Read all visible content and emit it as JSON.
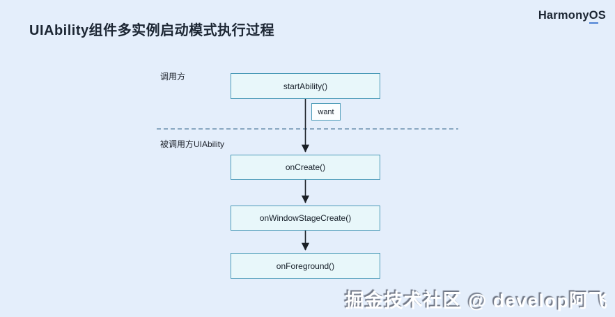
{
  "page": {
    "title": "UIAbility组件多实例启动模式执行过程",
    "watermark": "掘金技术社区 @ develop阿飞"
  },
  "brand": {
    "harmony": "Harmony",
    "o": "O",
    "s": "S"
  },
  "diagram": {
    "lanes": [
      {
        "label": "调用方"
      },
      {
        "label": "被调用方UIAbility"
      }
    ],
    "nodes": [
      {
        "id": "startAbility",
        "label": "startAbility()"
      },
      {
        "id": "want",
        "label": "want"
      },
      {
        "id": "onCreate",
        "label": "onCreate()"
      },
      {
        "id": "onWindowStageCreate",
        "label": "onWindowStageCreate()"
      },
      {
        "id": "onForeground",
        "label": "onForeground()"
      }
    ],
    "flow": "startAbility() -> want -> onCreate() -> onWindowStageCreate() -> onForeground()",
    "colors": {
      "background": "#e4eefb",
      "node_fill": "#e8f7fa",
      "node_border": "#4a9ab7",
      "want_fill": "#fbfeff",
      "divider": "#6b8fae",
      "arrow": "#1a1f26",
      "title_text": "#1c2633",
      "brand_underline": "#4a7fd4"
    }
  }
}
